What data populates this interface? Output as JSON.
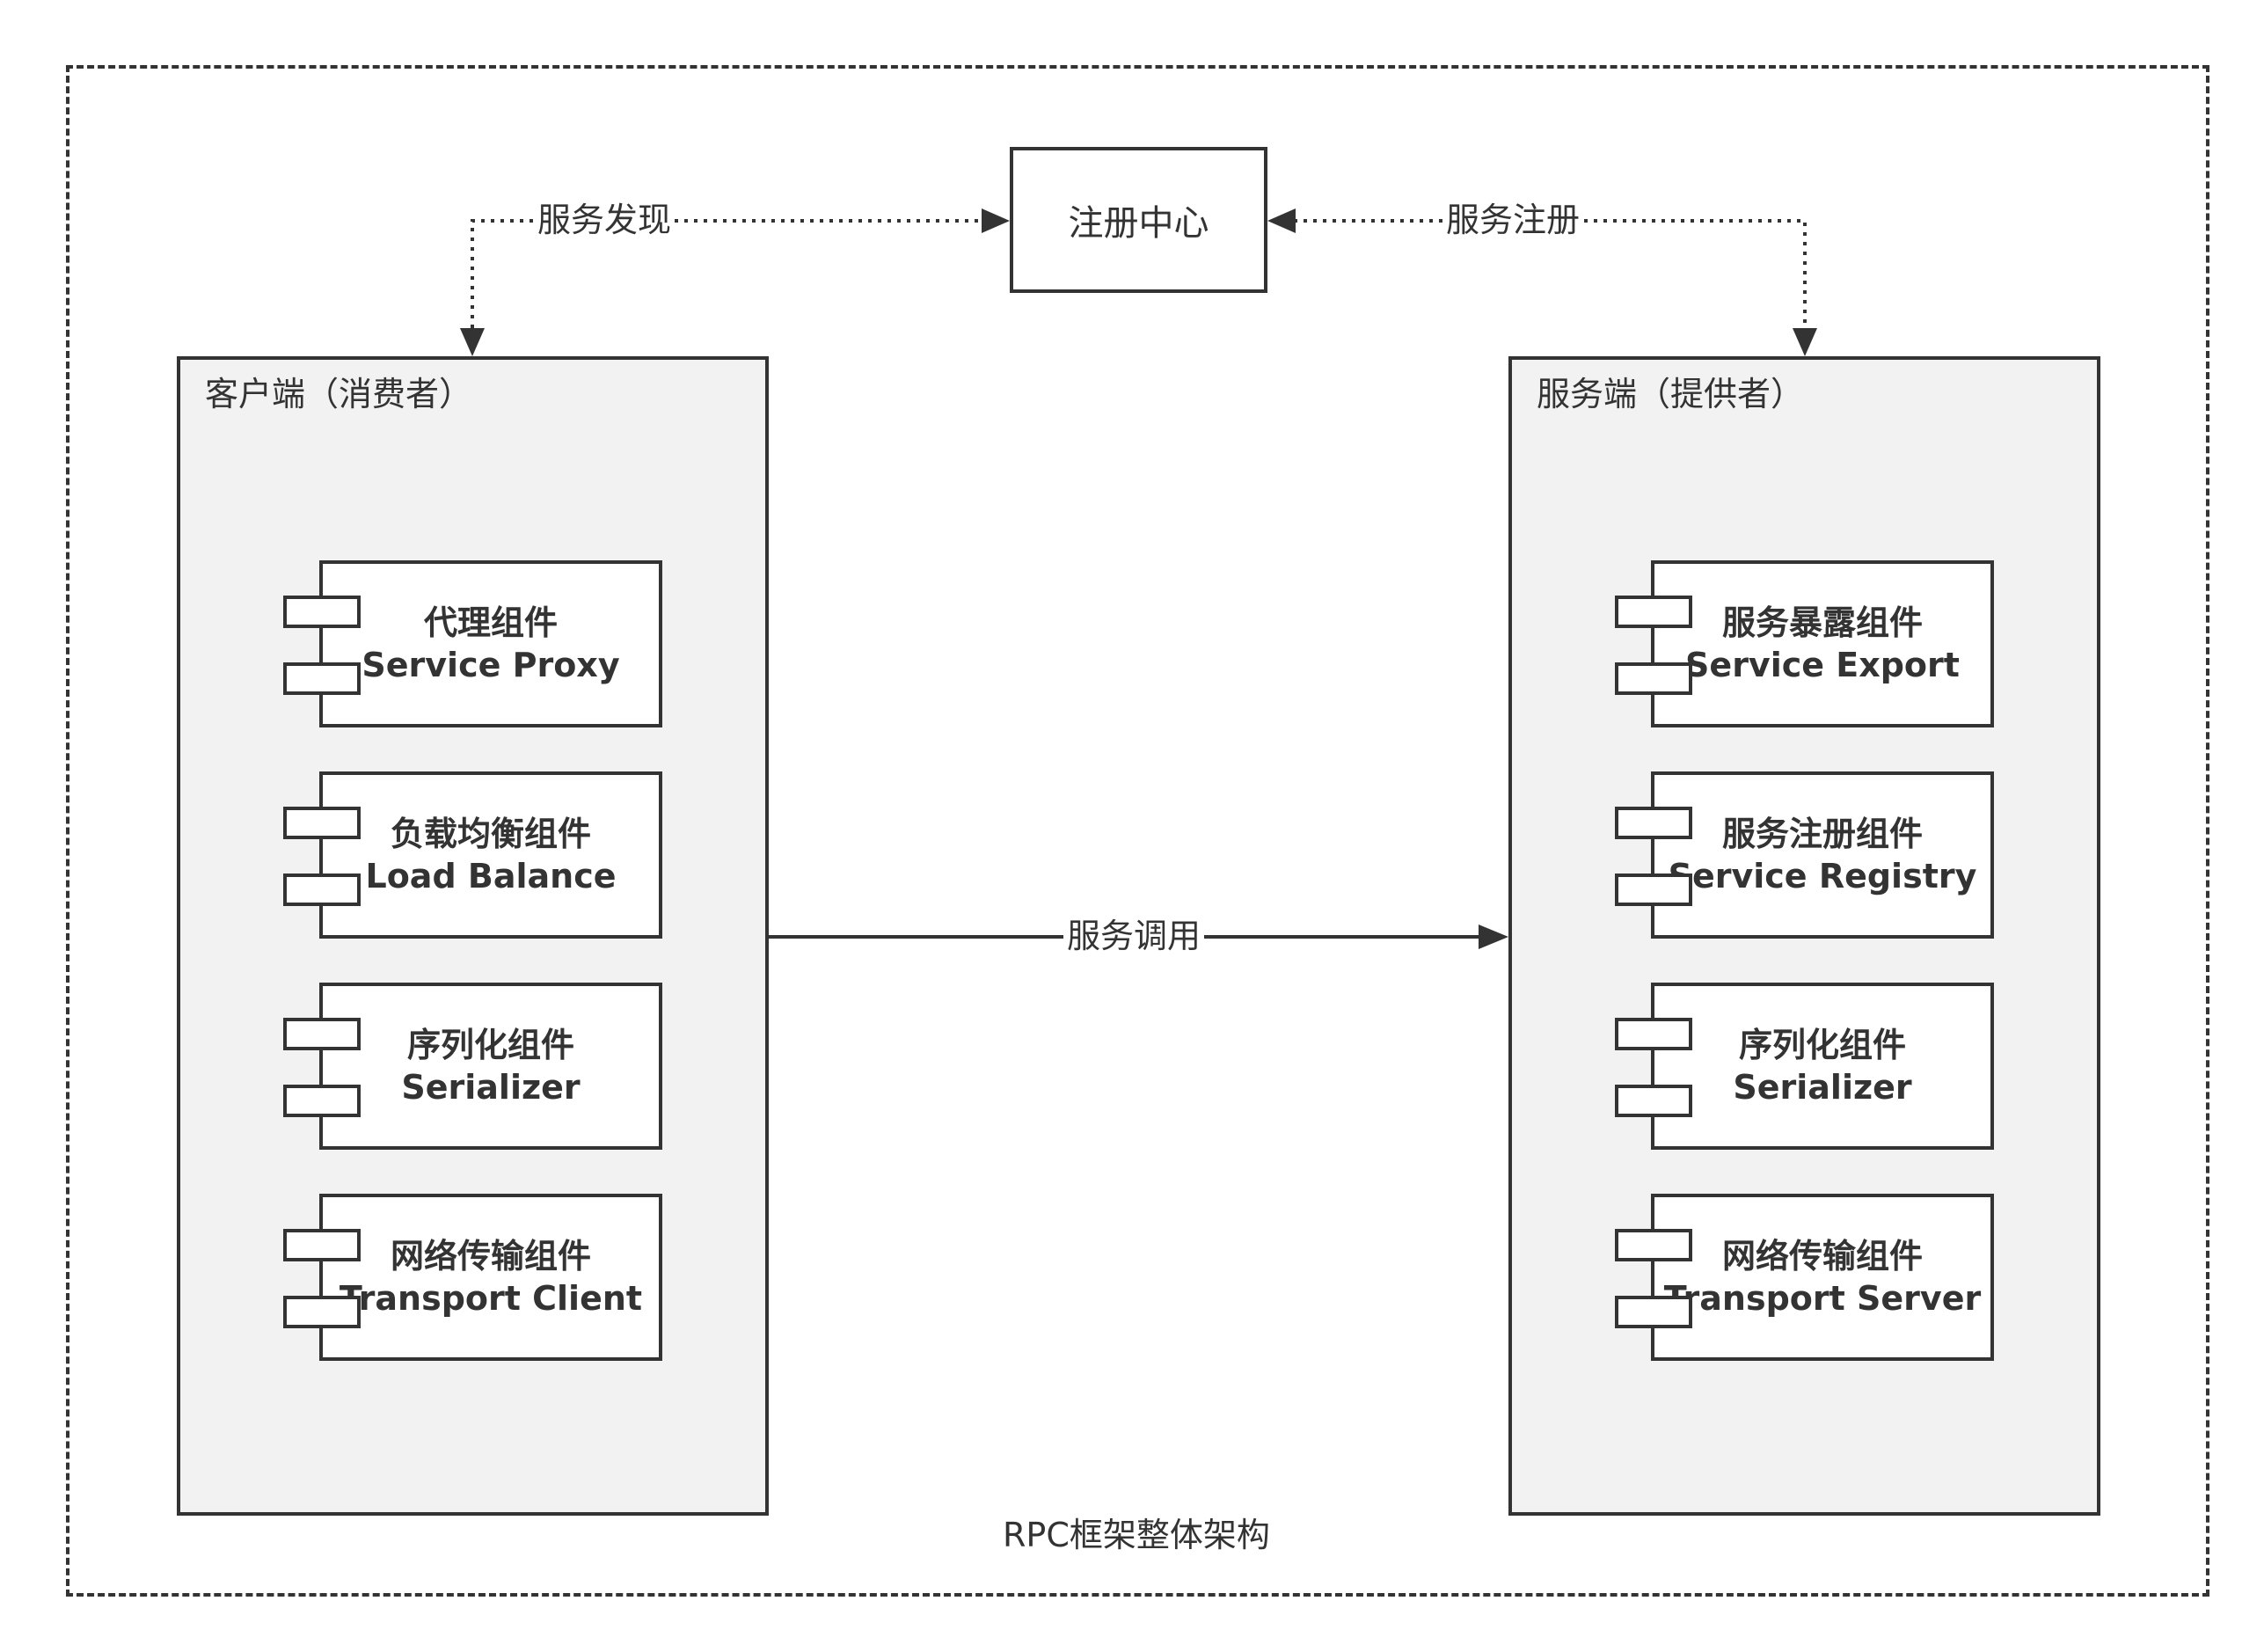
{
  "diagram": {
    "caption": "RPC框架整体架构",
    "registry": {
      "label": "注册中心"
    },
    "edges": {
      "discovery": "服务发现",
      "registration": "服务注册",
      "invocation": "服务调用"
    },
    "client": {
      "title": "客户端（消费者）",
      "components": [
        {
          "cn": "代理组件",
          "en": "Service Proxy"
        },
        {
          "cn": "负载均衡组件",
          "en": "Load Balance"
        },
        {
          "cn": "序列化组件",
          "en": "Serializer"
        },
        {
          "cn": "网络传输组件",
          "en": "Transport Client"
        }
      ]
    },
    "server": {
      "title": "服务端（提供者）",
      "components": [
        {
          "cn": "服务暴露组件",
          "en": "Service Export"
        },
        {
          "cn": "服务注册组件",
          "en": "Service Registry"
        },
        {
          "cn": "序列化组件",
          "en": "Serializer"
        },
        {
          "cn": "网络传输组件",
          "en": "Transport Server"
        }
      ]
    },
    "colors": {
      "stroke": "#333333",
      "panel_fill": "#f2f2f2",
      "box_fill": "#ffffff"
    }
  }
}
